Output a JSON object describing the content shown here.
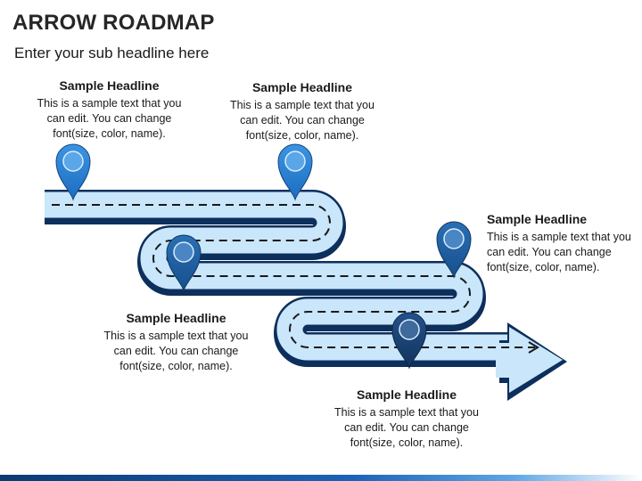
{
  "header": {
    "title": "ARROW ROADMAP",
    "subtitle": "Enter your sub headline here"
  },
  "callouts": [
    {
      "headline": "Sample Headline",
      "text": "This is a sample text that you can edit. You can change font(size, color, name)."
    },
    {
      "headline": "Sample Headline",
      "text": "This is a sample text that you can edit. You can change font(size, color, name)."
    },
    {
      "headline": "Sample Headline",
      "text": "This is a sample text that you can edit. You can change font(size, color, name)."
    },
    {
      "headline": "Sample Headline",
      "text": "This is a sample text that you can edit. You can change font(size, color, name)."
    },
    {
      "headline": "Sample Headline",
      "text": "This is a sample text that you can edit. You can change font(size, color, name)."
    }
  ],
  "colors": {
    "road_fill": "#c9e6fb",
    "road_edge": "#0d2f5c",
    "pin_light": "#2f86d6",
    "pin_mid": "#1f5fa3",
    "pin_dark": "#173f73"
  }
}
